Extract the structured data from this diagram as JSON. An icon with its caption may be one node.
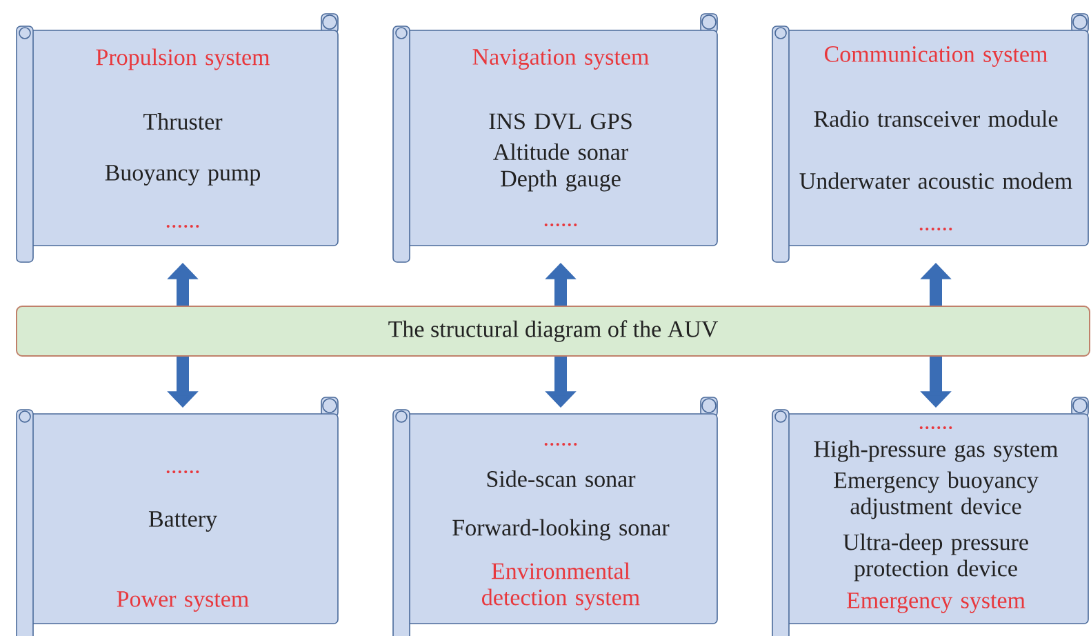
{
  "diagram": {
    "nodes": [
      {
        "text": [
          "The structural diagram of the AUV"
        ]
      },
      {
        "text": [
          "Propulsion system",
          "Thruster",
          "Buoyancy pump",
          "......"
        ]
      },
      {
        "text": [
          "Navigation system",
          "INS DVL GPS",
          "Altitude sonar",
          "Depth gauge",
          "......"
        ]
      },
      {
        "text": [
          "Communication system",
          "Radio transceiver module",
          "Underwater acoustic modem",
          "......"
        ]
      },
      {
        "text": [
          "......",
          "Battery",
          "Power system"
        ]
      },
      {
        "text": [
          "......",
          "Side-scan sonar",
          "Forward-looking sonar",
          "Environmental detection system"
        ]
      },
      {
        "text": [
          "......",
          "High-pressure gas system",
          "Emergency buoyancy adjustment device",
          "Ultra-deep pressure protection device",
          "Emergency system"
        ]
      }
    ],
    "edges": [
      {
        "from": 0,
        "to": 1,
        "arrow": "to"
      },
      {
        "from": 0,
        "to": 2,
        "arrow": "to"
      },
      {
        "from": 0,
        "to": 3,
        "arrow": "to"
      },
      {
        "from": 0,
        "to": 4,
        "arrow": "to"
      },
      {
        "from": 0,
        "to": 5,
        "arrow": "to"
      },
      {
        "from": 0,
        "to": 6,
        "arrow": "to"
      }
    ]
  }
}
